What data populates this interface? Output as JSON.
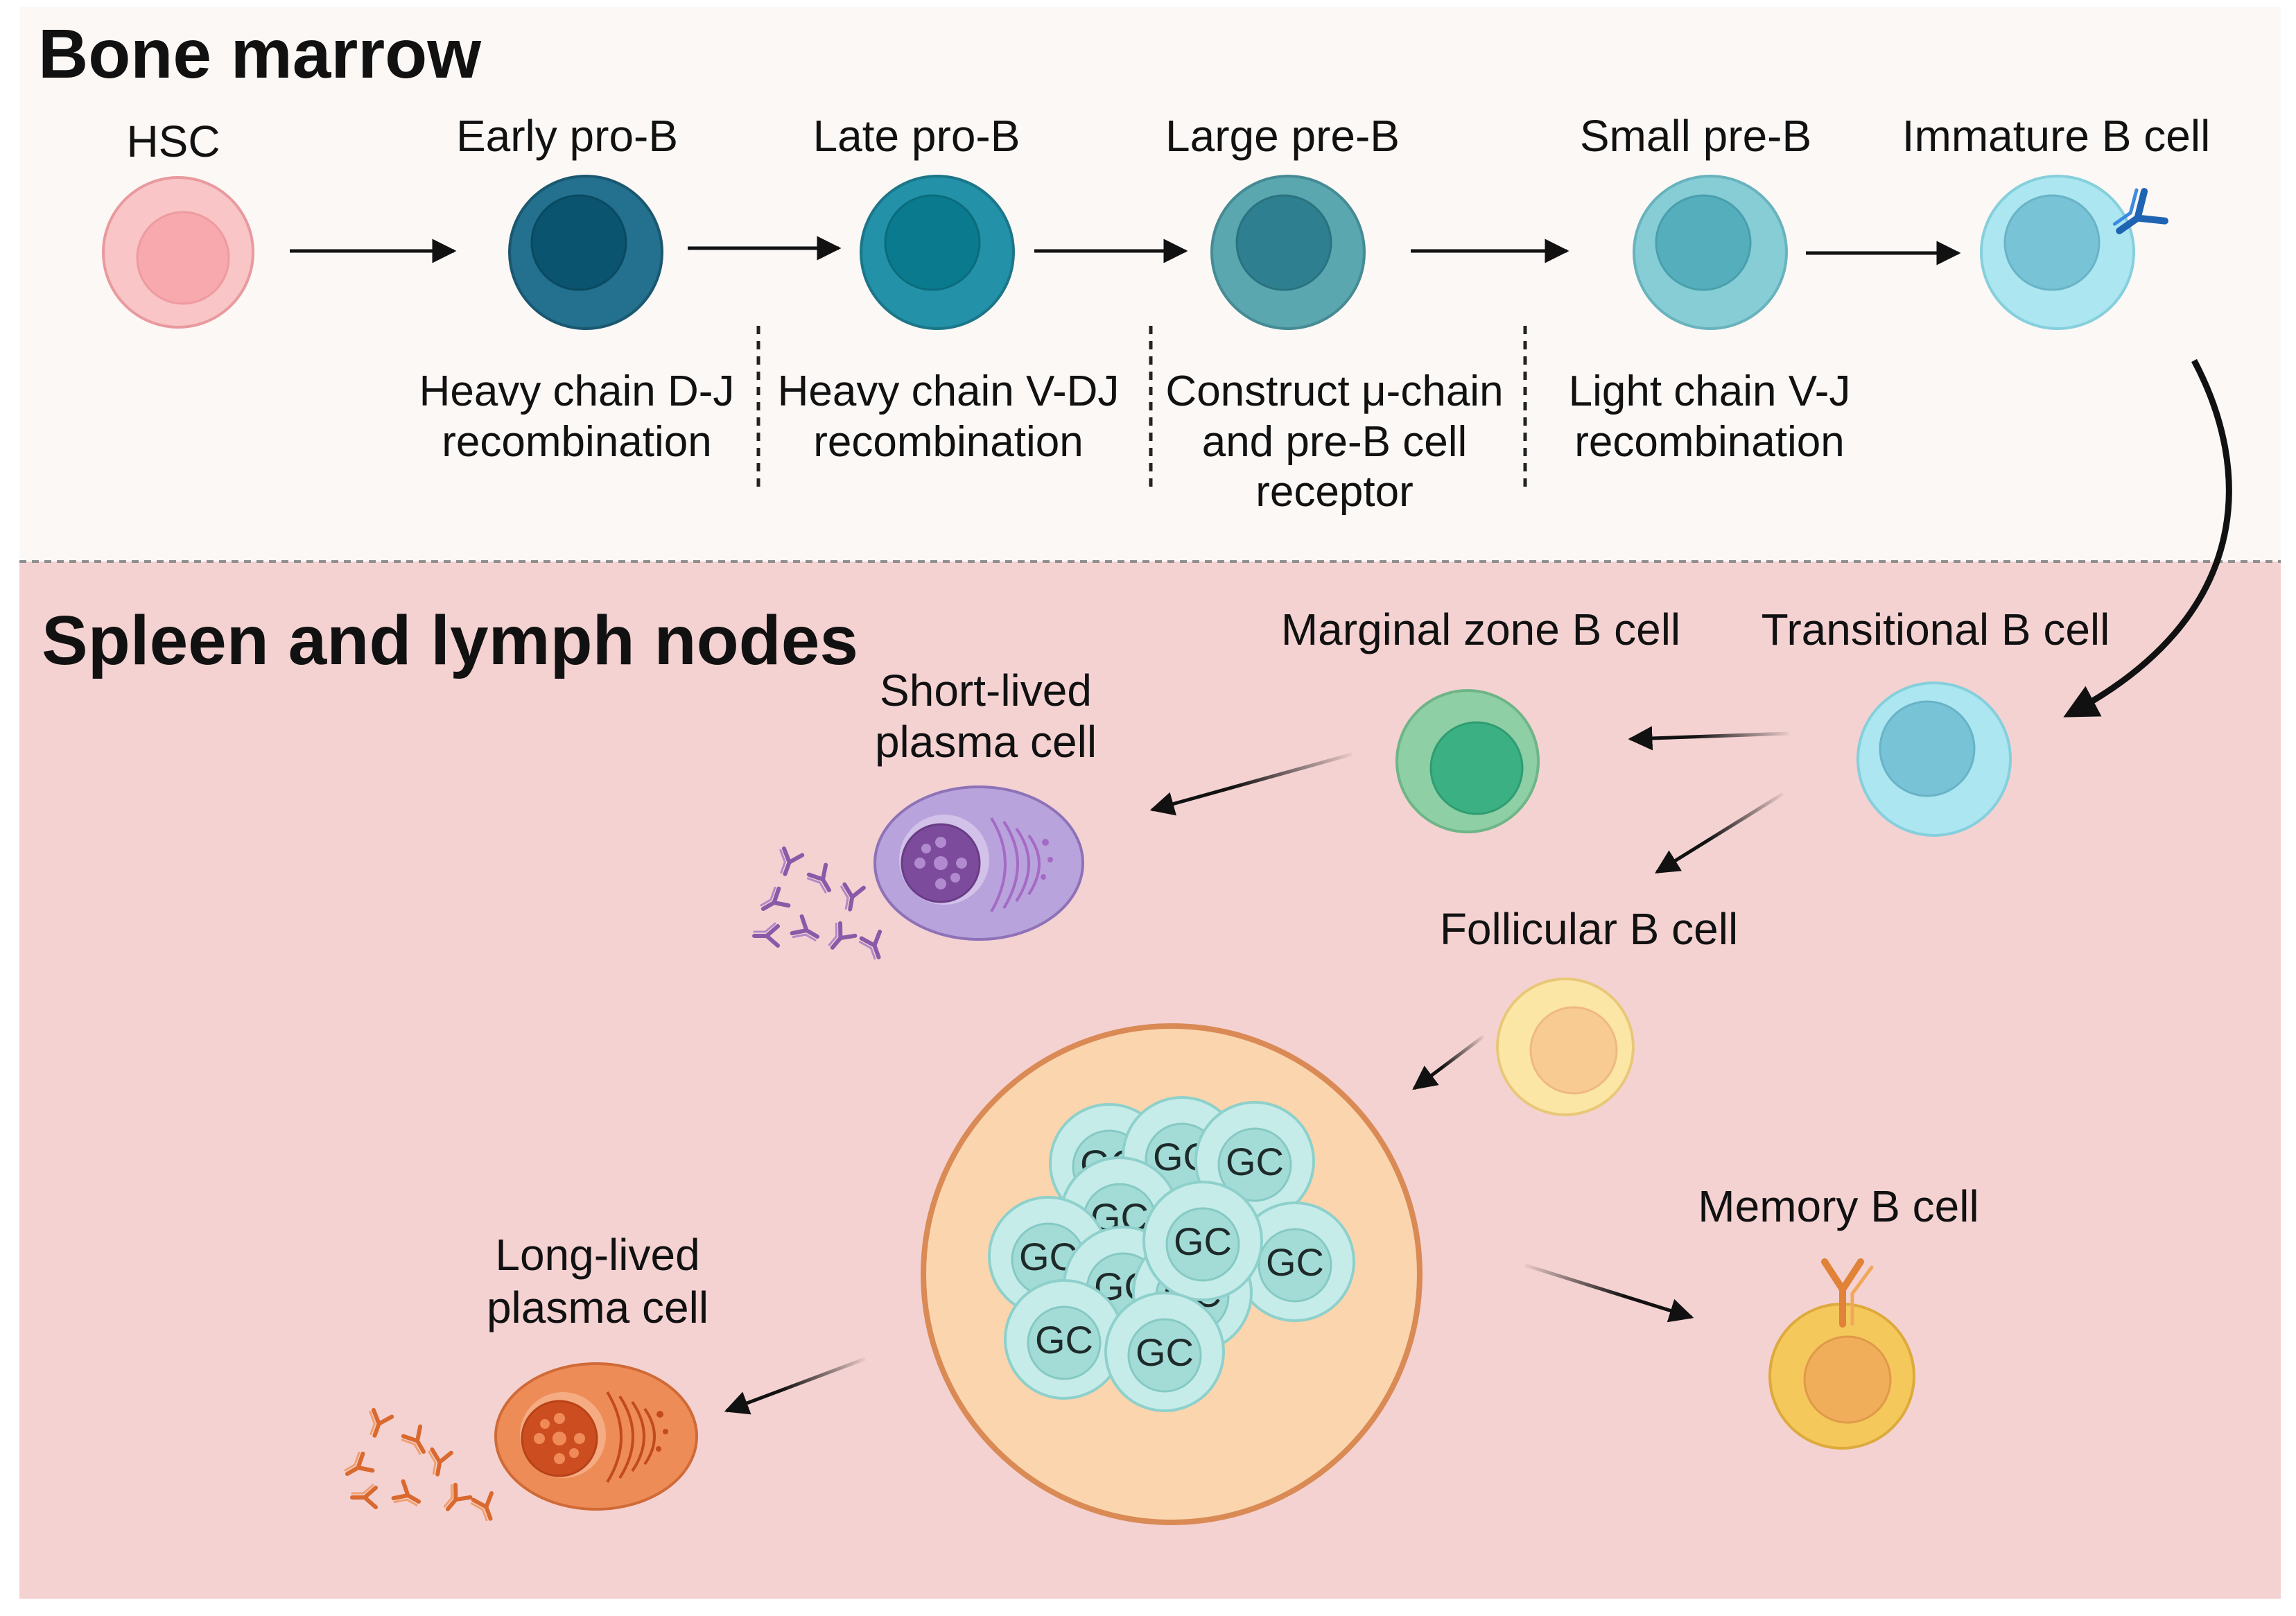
{
  "sections": {
    "bone_marrow": "Bone marrow",
    "spleen": "Spleen and lymph nodes"
  },
  "cells": {
    "hsc": "HSC",
    "early_pro_b": "Early pro-B",
    "late_pro_b": "Late pro-B",
    "large_pre_b": "Large pre-B",
    "small_pre_b": "Small pre-B",
    "immature_b": "Immature B cell",
    "transitional_b": "Transitional B cell",
    "marginal_zone_b": "Marginal zone B cell",
    "short_lived_1": "Short-lived",
    "short_lived_2": "plasma cell",
    "follicular_b": "Follicular B cell",
    "memory_b": "Memory B cell",
    "long_lived_1": "Long-lived",
    "long_lived_2": "plasma cell",
    "gc": "GC"
  },
  "steps": {
    "s1_l1": "Heavy chain D-J",
    "s1_l2": "recombination",
    "s2_l1": "Heavy chain V-DJ",
    "s2_l2": "recombination",
    "s3_l1": "Construct μ-chain",
    "s3_l2": "and pre-B cell",
    "s3_l3": "receptor",
    "s4_l1": "Light chain V-J",
    "s4_l2": "recombination"
  },
  "colors": {
    "bone_marrow_bg": "#fcf8f6",
    "spleen_bg": "#f5d2d2",
    "hsc": "#f9b8bb",
    "early_pro_b": "#23708f",
    "late_pro_b": "#2391a7",
    "large_pre_b": "#5aa7b0",
    "small_pre_b": "#7dc9d3",
    "immature_b": "#a8e6f0",
    "marginal_zone_b": "#8fcfa5",
    "follicular_b": "#fbe6a6",
    "memory_b": "#f5c85c",
    "short_lived_plasma": "#b9a3dc",
    "long_lived_plasma": "#ee8c58",
    "germinal_center": "#fbd5ad",
    "gc_cell": "#c6ece9"
  }
}
